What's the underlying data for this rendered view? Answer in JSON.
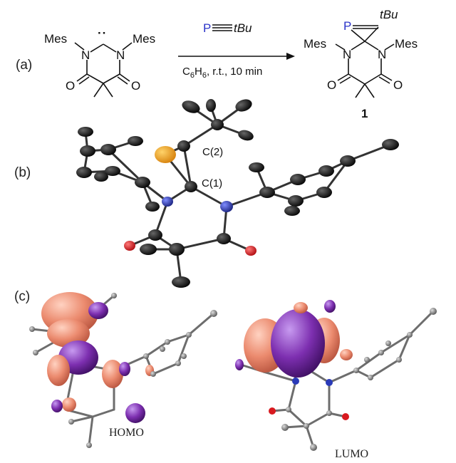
{
  "panels": {
    "a": {
      "label": "(a)",
      "reactant": {
        "mes_left": "Mes",
        "mes_right": "Mes",
        "n_left": "N",
        "n_right": "N",
        "o_left": "O",
        "o_right": "O",
        "carbene_dots": "··"
      },
      "reagent": {
        "p": "P",
        "triple": "≡",
        "tbu": "tBu"
      },
      "conditions": {
        "c": "C",
        "sub6a": "6",
        "h": "H",
        "sub6b": "6",
        "rest": ", r.t., 10 min"
      },
      "product": {
        "p": "P",
        "tbu": "tBu",
        "mes_left": "Mes",
        "mes_right": "Mes",
        "n_left": "N",
        "n_right": "N",
        "o_left": "O",
        "o_right": "O",
        "number": "1"
      }
    },
    "b": {
      "label": "(b)",
      "atom_labels": {
        "c2": "C(2)",
        "c1": "C(1)"
      }
    },
    "c": {
      "label": "(c)",
      "homo": "HOMO",
      "lumo": "LUMO"
    }
  },
  "colors": {
    "phosphorus_blue": "#2b34c9",
    "ellipsoid_black": "#111111",
    "ellipsoid_p": "#f2a21c",
    "ellipsoid_n": "#2a3ab8",
    "ellipsoid_o": "#d8191f",
    "lobe_orange": "#e9826a",
    "lobe_purple": "#7a2ea6",
    "atom_gray": "#8a8a8a"
  }
}
